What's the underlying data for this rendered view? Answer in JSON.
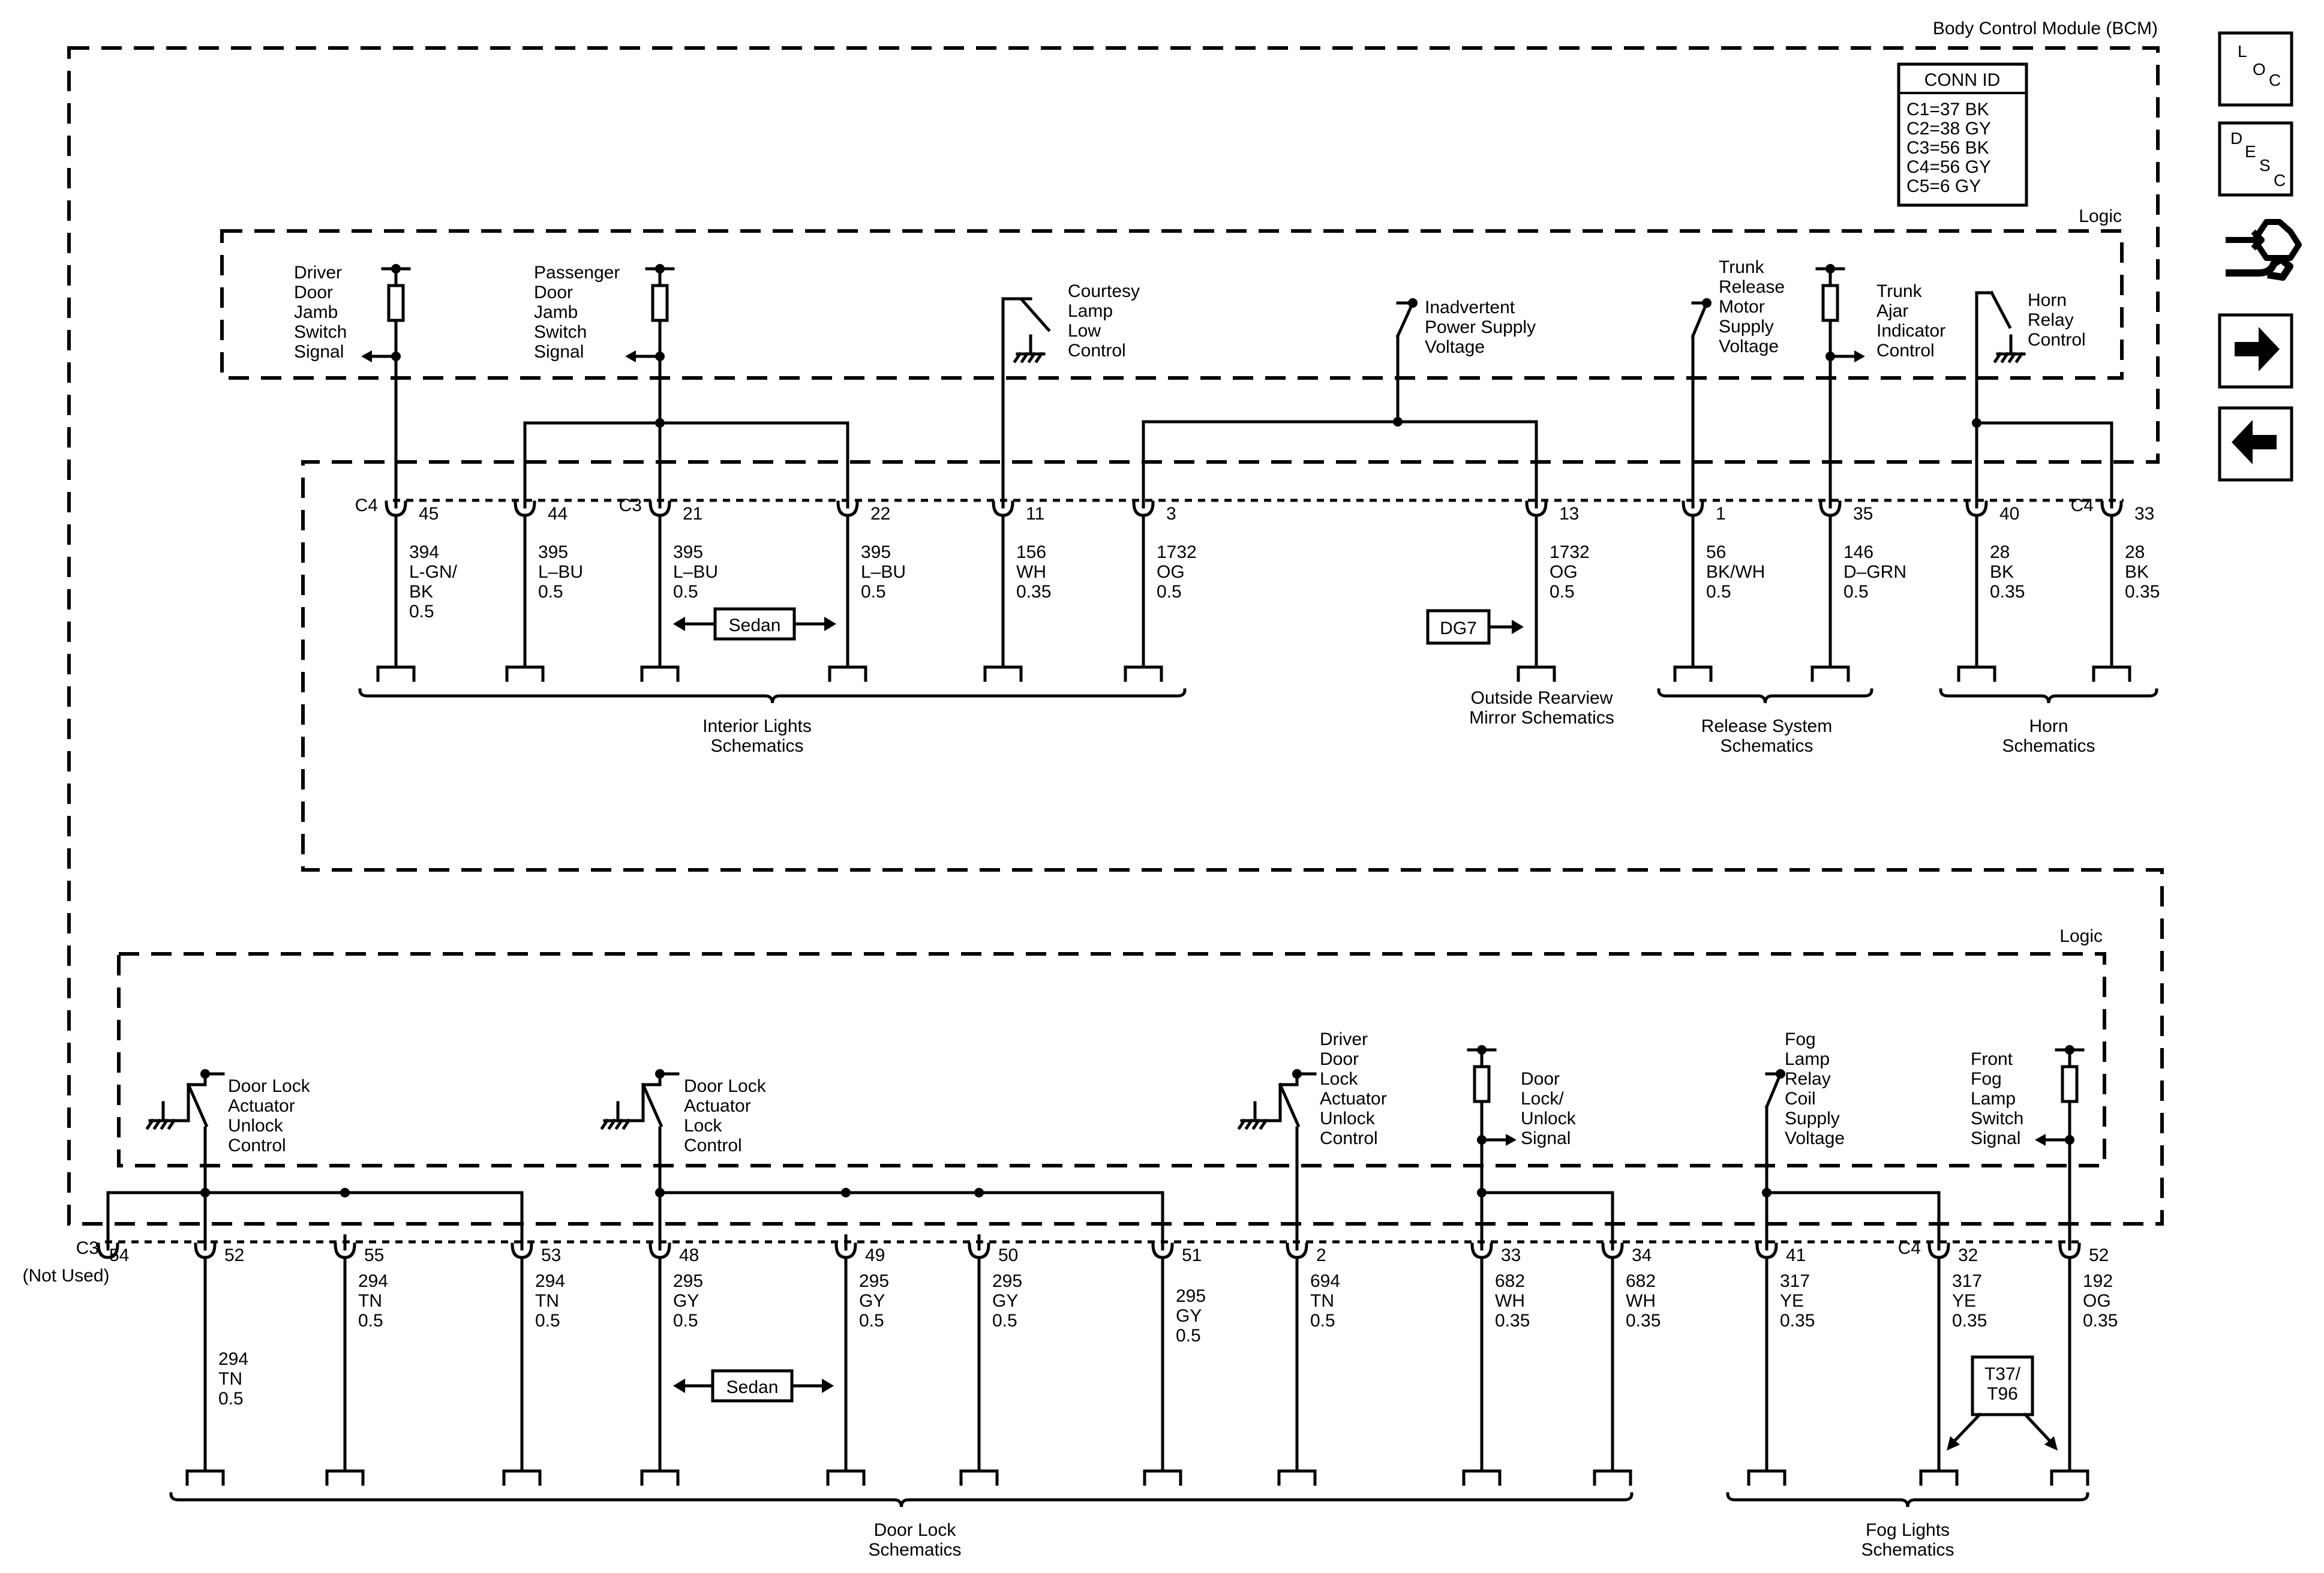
{
  "module_title": "Body Control Module (BCM)",
  "conn_id": {
    "header": "CONN ID",
    "rows": [
      "C1=37 BK",
      "C2=38 GY",
      "C3=56 BK",
      "C4=56 GY",
      "C5=6 GY"
    ]
  },
  "logic_label": "Logic",
  "upper": {
    "signals": [
      {
        "lines": [
          "Driver",
          "Door",
          "Jamb",
          "Switch",
          "Signal"
        ]
      },
      {
        "lines": [
          "Passenger",
          "Door",
          "Jamb",
          "Switch",
          "Signal"
        ]
      },
      {
        "lines": [
          "Courtesy",
          "Lamp",
          "Low",
          "Control"
        ]
      },
      {
        "lines": [
          "Inadvertent",
          "Power Supply",
          "Voltage"
        ]
      },
      {
        "lines": [
          "Trunk",
          "Release",
          "Motor",
          "Supply",
          "Voltage"
        ]
      },
      {
        "lines": [
          "Trunk",
          "Ajar",
          "Indicator",
          "Control"
        ]
      },
      {
        "lines": [
          "Horn",
          "Relay",
          "Control"
        ]
      }
    ],
    "pins": [
      {
        "connector": "C4",
        "pin": "45",
        "wire": [
          "394",
          "L-GN/",
          "BK",
          "0.5"
        ]
      },
      {
        "connector": "",
        "pin": "44",
        "wire": [
          "395",
          "L–BU",
          "0.5"
        ]
      },
      {
        "connector": "C3",
        "pin": "21",
        "wire": [
          "395",
          "L–BU",
          "0.5"
        ]
      },
      {
        "connector": "",
        "pin": "22",
        "wire": [
          "395",
          "L–BU",
          "0.5"
        ]
      },
      {
        "connector": "",
        "pin": "11",
        "wire": [
          "156",
          "WH",
          "0.35"
        ]
      },
      {
        "connector": "",
        "pin": "3",
        "wire": [
          "1732",
          "OG",
          "0.5"
        ]
      },
      {
        "connector": "",
        "pin": "13",
        "wire": [
          "1732",
          "OG",
          "0.5"
        ]
      },
      {
        "connector": "",
        "pin": "1",
        "wire": [
          "56",
          "BK/WH",
          "0.5"
        ]
      },
      {
        "connector": "",
        "pin": "35",
        "wire": [
          "146",
          "D–GRN",
          "0.5"
        ]
      },
      {
        "connector": "",
        "pin": "40",
        "wire": [
          "28",
          "BK",
          "0.35"
        ]
      },
      {
        "connector": "C4",
        "pin": "33",
        "wire": [
          "28",
          "BK",
          "0.35"
        ]
      }
    ],
    "sedan_label": "Sedan",
    "dg7_label": "DG7",
    "schematics": [
      {
        "lines": [
          "Interior Lights",
          "Schematics"
        ]
      },
      {
        "lines": [
          "Outside Rearview",
          "Mirror Schematics"
        ]
      },
      {
        "lines": [
          "Release System",
          "Schematics"
        ]
      },
      {
        "lines": [
          "Horn",
          "Schematics"
        ]
      }
    ]
  },
  "lower": {
    "signals": [
      {
        "lines": [
          "Door Lock",
          "Actuator",
          "Unlock",
          "Control"
        ]
      },
      {
        "lines": [
          "Door Lock",
          "Actuator",
          "Lock",
          "Control"
        ]
      },
      {
        "lines": [
          "Driver",
          "Door",
          "Lock",
          "Actuator",
          "Unlock",
          "Control"
        ]
      },
      {
        "lines": [
          "Door",
          "Lock/",
          "Unlock",
          "Signal"
        ]
      },
      {
        "lines": [
          "Fog",
          "Lamp",
          "Relay",
          "Coil",
          "Supply",
          "Voltage"
        ]
      },
      {
        "lines": [
          "Front",
          "Fog",
          "Lamp",
          "Switch",
          "Signal"
        ]
      }
    ],
    "not_used": {
      "connector": "C3",
      "pin": "54",
      "note": "(Not Used)"
    },
    "pins": [
      {
        "connector": "",
        "pin": "52",
        "wire": [
          "294",
          "TN",
          "0.5"
        ]
      },
      {
        "connector": "",
        "pin": "55",
        "wire": [
          "294",
          "TN",
          "0.5"
        ]
      },
      {
        "connector": "",
        "pin": "53",
        "wire": [
          "294",
          "TN",
          "0.5"
        ]
      },
      {
        "connector": "",
        "pin": "48",
        "wire": [
          "295",
          "GY",
          "0.5"
        ]
      },
      {
        "connector": "",
        "pin": "49",
        "wire": [
          "295",
          "GY",
          "0.5"
        ]
      },
      {
        "connector": "",
        "pin": "50",
        "wire": [
          "295",
          "GY",
          "0.5"
        ]
      },
      {
        "connector": "",
        "pin": "51",
        "wire": [
          "295",
          "GY",
          "0.5"
        ]
      },
      {
        "connector": "",
        "pin": "2",
        "wire": [
          "694",
          "TN",
          "0.5"
        ]
      },
      {
        "connector": "",
        "pin": "33",
        "wire": [
          "682",
          "WH",
          "0.35"
        ]
      },
      {
        "connector": "",
        "pin": "34",
        "wire": [
          "682",
          "WH",
          "0.35"
        ]
      },
      {
        "connector": "",
        "pin": "41",
        "wire": [
          "317",
          "YE",
          "0.35"
        ]
      },
      {
        "connector": "C4",
        "pin": "32",
        "wire": [
          "317",
          "YE",
          "0.35"
        ]
      },
      {
        "connector": "",
        "pin": "52",
        "wire": [
          "192",
          "OG",
          "0.35"
        ]
      }
    ],
    "sedan_label": "Sedan",
    "option_label": [
      "T37/",
      "T96"
    ],
    "schematics": [
      {
        "lines": [
          "Door Lock",
          "Schematics"
        ]
      },
      {
        "lines": [
          "Fog Lights",
          "Schematics"
        ]
      }
    ]
  },
  "nav": {
    "loc": [
      "L",
      "O",
      "C"
    ],
    "desc": [
      "D",
      "E",
      "S",
      "C"
    ]
  }
}
